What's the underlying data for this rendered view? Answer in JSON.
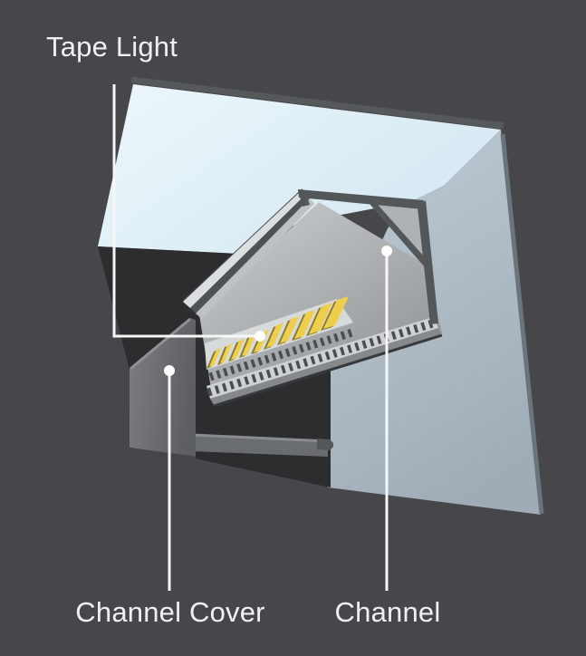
{
  "diagram": {
    "type": "exploded-assembly-illustration",
    "subject": "LED tape light channel mounted in a wall-ceiling cove",
    "labels": {
      "tape_light": "Tape Light",
      "channel_cover": "Channel Cover",
      "channel": "Channel"
    },
    "callouts": [
      {
        "label": "Tape Light",
        "points_to": "yellow LED strip inside the channel"
      },
      {
        "label": "Channel Cover",
        "points_to": "gray diffuser lens piece at lower left"
      },
      {
        "label": "Channel",
        "points_to": "aluminum extrusion profile at upper right"
      }
    ],
    "colors": {
      "background": "#47474b",
      "cove_shadow": "#2d2d30",
      "ceiling_plane": "#e9f5fa",
      "wall_plane": "#aab7c1",
      "metal_light": "#dcdfe0",
      "metal_mid": "#a9adaf",
      "metal_dark": "#54575a",
      "led_yellow": "#eecf4d",
      "led_shadow": "#8d7c28",
      "leader_line": "#f7f7f7",
      "label_text": "#eef0f1"
    }
  }
}
